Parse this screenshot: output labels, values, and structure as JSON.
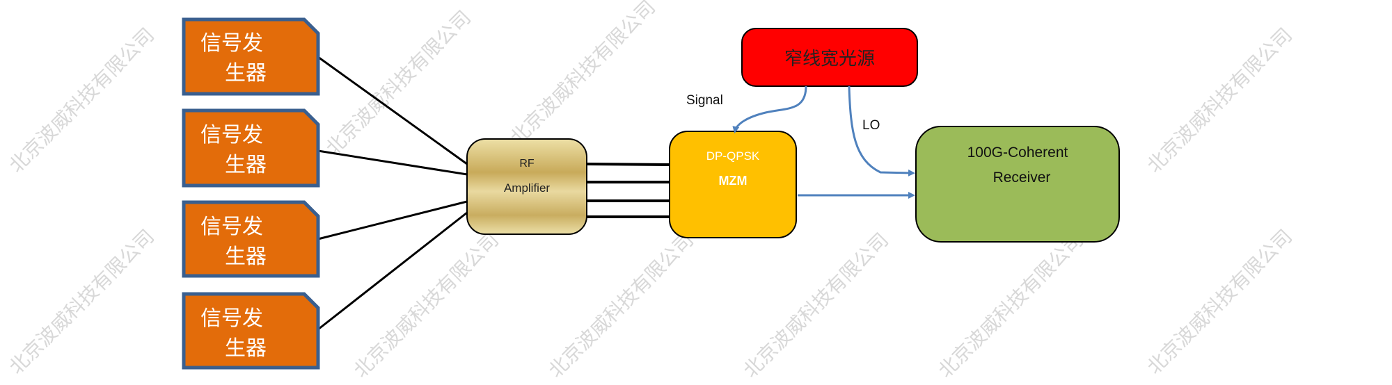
{
  "watermark": "北京波威科技有限公司",
  "signal_generators": [
    {
      "line1": "信号发",
      "line2": "生器"
    },
    {
      "line1": "信号发",
      "line2": "生器"
    },
    {
      "line1": "信号发",
      "line2": "生器"
    },
    {
      "line1": "信号发",
      "line2": "生器"
    }
  ],
  "rf_amplifier": {
    "line1": "RF",
    "line2": "Amplifier"
  },
  "mzm": {
    "line1": "DP-QPSK",
    "line2": "MZM"
  },
  "light_source": {
    "label": "窄线宽光源"
  },
  "receiver": {
    "line1": "100G-Coherent",
    "line2": "Receiver"
  },
  "labels": {
    "signal": "Signal",
    "lo": "LO"
  },
  "colors": {
    "generator": "#E36C0A",
    "generator_border": "#3A5F8F",
    "source": "#FF0000",
    "mzm": "#FFC000",
    "receiver": "#9BBB59",
    "arrow": "#4F81BD"
  }
}
